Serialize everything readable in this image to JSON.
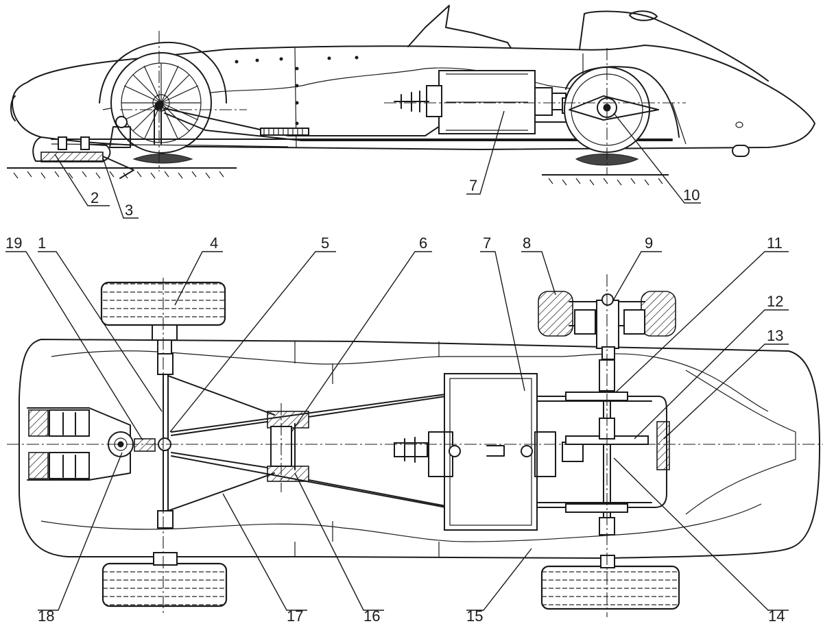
{
  "callouts": [
    "1",
    "2",
    "3",
    "4",
    "5",
    "6",
    "7",
    "8",
    "9",
    "10",
    "11",
    "12",
    "13",
    "14",
    "15",
    "16",
    "17",
    "18",
    "19"
  ],
  "side_view": {
    "callouts": [
      "2",
      "3",
      "7",
      "10"
    ]
  },
  "plan_view": {
    "callouts": [
      "19",
      "1",
      "4",
      "5",
      "6",
      "7",
      "8",
      "9",
      "11",
      "12",
      "13",
      "18",
      "17",
      "16",
      "15",
      "14"
    ]
  }
}
